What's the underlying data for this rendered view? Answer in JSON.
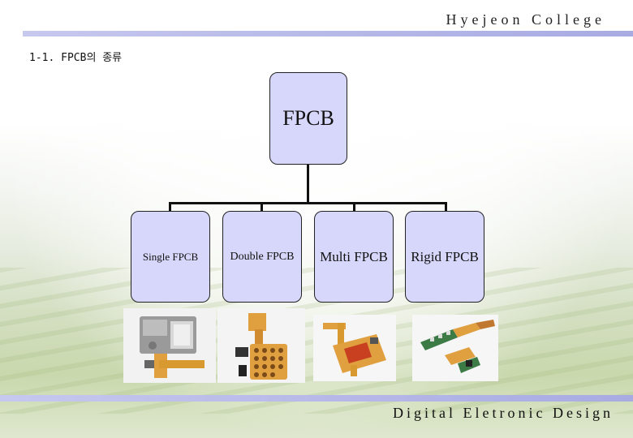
{
  "header": {
    "title": "Hyejeon College"
  },
  "slide": {
    "heading": "1-1. FPCB의 종류"
  },
  "diagram": {
    "root": "FPCB",
    "children": [
      "Single FPCB",
      "Double FPCB",
      "Multi FPCB",
      "Rigid FPCB"
    ]
  },
  "photos": [
    "single-fpcb-photo",
    "double-fpcb-photo",
    "multi-fpcb-photo",
    "rigid-fpcb-photo"
  ],
  "footer": {
    "title": "Digital Eletronic Design"
  },
  "colors": {
    "node_fill": "#d7d7fb",
    "rule": "#a8abe2",
    "board": "#e0a040"
  }
}
